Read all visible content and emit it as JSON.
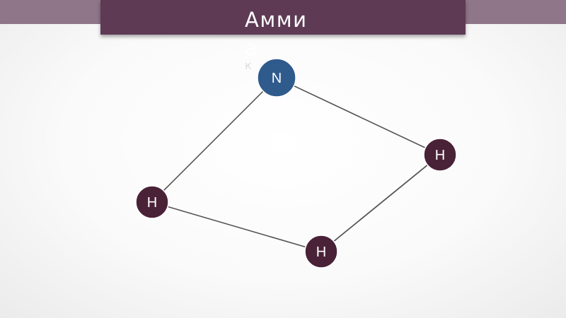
{
  "slide": {
    "title_main": "Аммиа",
    "title_tail": "к"
  },
  "diagram": {
    "atoms": [
      {
        "id": "n1",
        "label": "N",
        "element": "nitrogen",
        "color": "#2f5a8c"
      },
      {
        "id": "h1",
        "label": "H",
        "element": "hydrogen",
        "color": "#4a2238"
      },
      {
        "id": "h2",
        "label": "H",
        "element": "hydrogen",
        "color": "#4a2238"
      },
      {
        "id": "h3",
        "label": "H",
        "element": "hydrogen",
        "color": "#4a2238"
      }
    ],
    "bonds": [
      {
        "from": "n1",
        "to": "h1"
      },
      {
        "from": "n1",
        "to": "h2"
      },
      {
        "from": "h2",
        "to": "h3"
      },
      {
        "from": "h3",
        "to": "h1"
      },
      {
        "from": "h3",
        "to": "h2"
      }
    ],
    "colors": {
      "bond": "#555555",
      "title_bar": "#5e3a55",
      "top_band": "#8f7688"
    }
  }
}
